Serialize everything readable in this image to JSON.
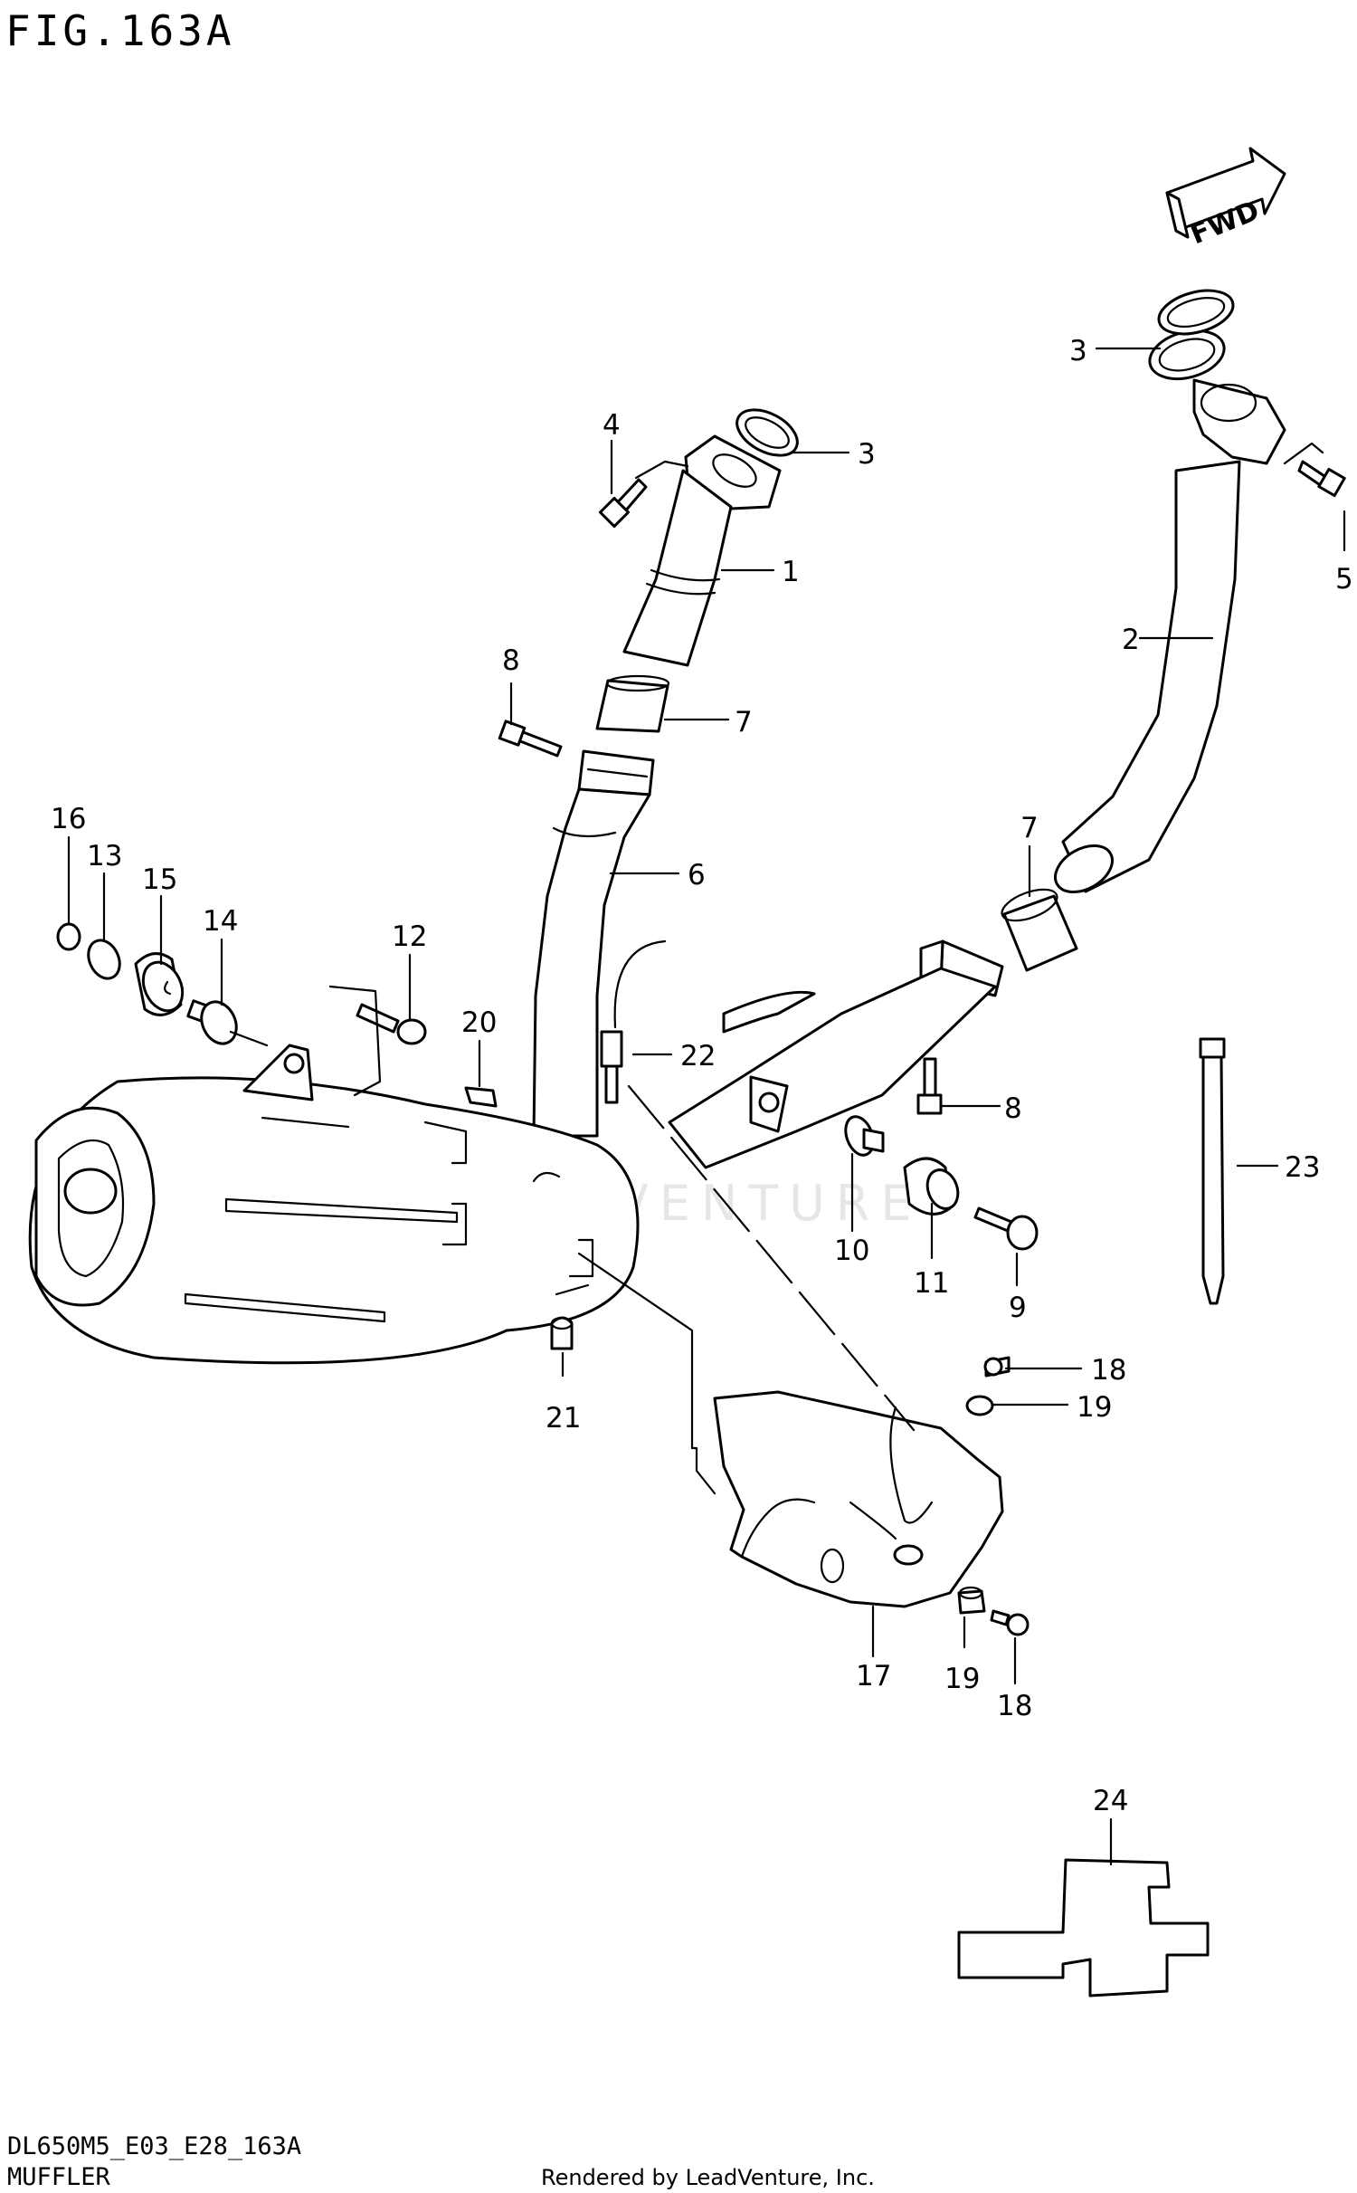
{
  "figure": {
    "title": "FIG.163A",
    "section_name": "MUFFLER",
    "model_code": "DL650M5_E03_E28_163A",
    "rendered_by": "Rendered by LeadVenture, Inc.",
    "watermark": "LEADVENTURE",
    "direction_indicator": "FWD"
  },
  "callouts": [
    "1",
    "2",
    "3",
    "3",
    "4",
    "5",
    "6",
    "7",
    "7",
    "8",
    "8",
    "9",
    "10",
    "11",
    "12",
    "13",
    "14",
    "15",
    "16",
    "17",
    "18",
    "18",
    "19",
    "19",
    "20",
    "21",
    "22",
    "23",
    "24"
  ],
  "colors": {
    "line": "#000000",
    "background": "#ffffff",
    "watermark": "#e6e6e6"
  }
}
